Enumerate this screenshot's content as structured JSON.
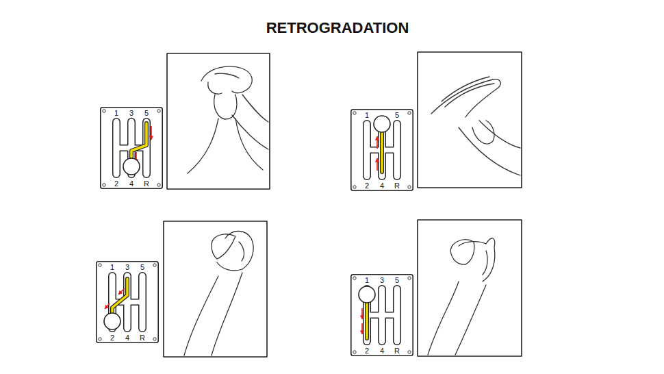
{
  "diagram": {
    "title": "RETROGRADATION",
    "nodes": [
      {
        "text": [
          "1",
          "3",
          "5",
          "2",
          "4",
          "R"
        ]
      },
      {
        "text": [
          "1",
          "5",
          "2",
          "4",
          "R"
        ]
      },
      {
        "text": [
          "1",
          "3",
          "5",
          "2",
          "4",
          "R"
        ]
      },
      {
        "text": [
          "1",
          "3",
          "5",
          "2",
          "4",
          "R"
        ]
      }
    ]
  }
}
